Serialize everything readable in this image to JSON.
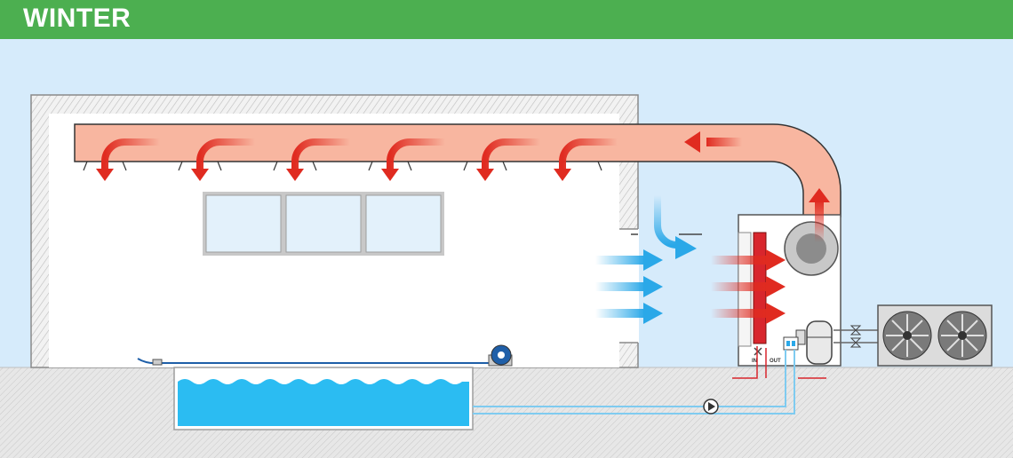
{
  "header": {
    "title": "WINTER"
  },
  "labels": {
    "in": "IN",
    "out": "OUT"
  },
  "colors": {
    "header_green": "#4caf50",
    "sky": "#d6ebfb",
    "duct_fill": "#f8b6a0",
    "warm_arrow": "#e02b20",
    "cool_arrow": "#2aa8e8",
    "pool_water": "#2bbcf2",
    "heater_core": "#d8262d",
    "pipe_blue": "#7fcbf0"
  },
  "icons": [
    "fan-icon",
    "compressor-icon",
    "pump-icon",
    "valve-icon",
    "pool-cover-roller-icon"
  ]
}
